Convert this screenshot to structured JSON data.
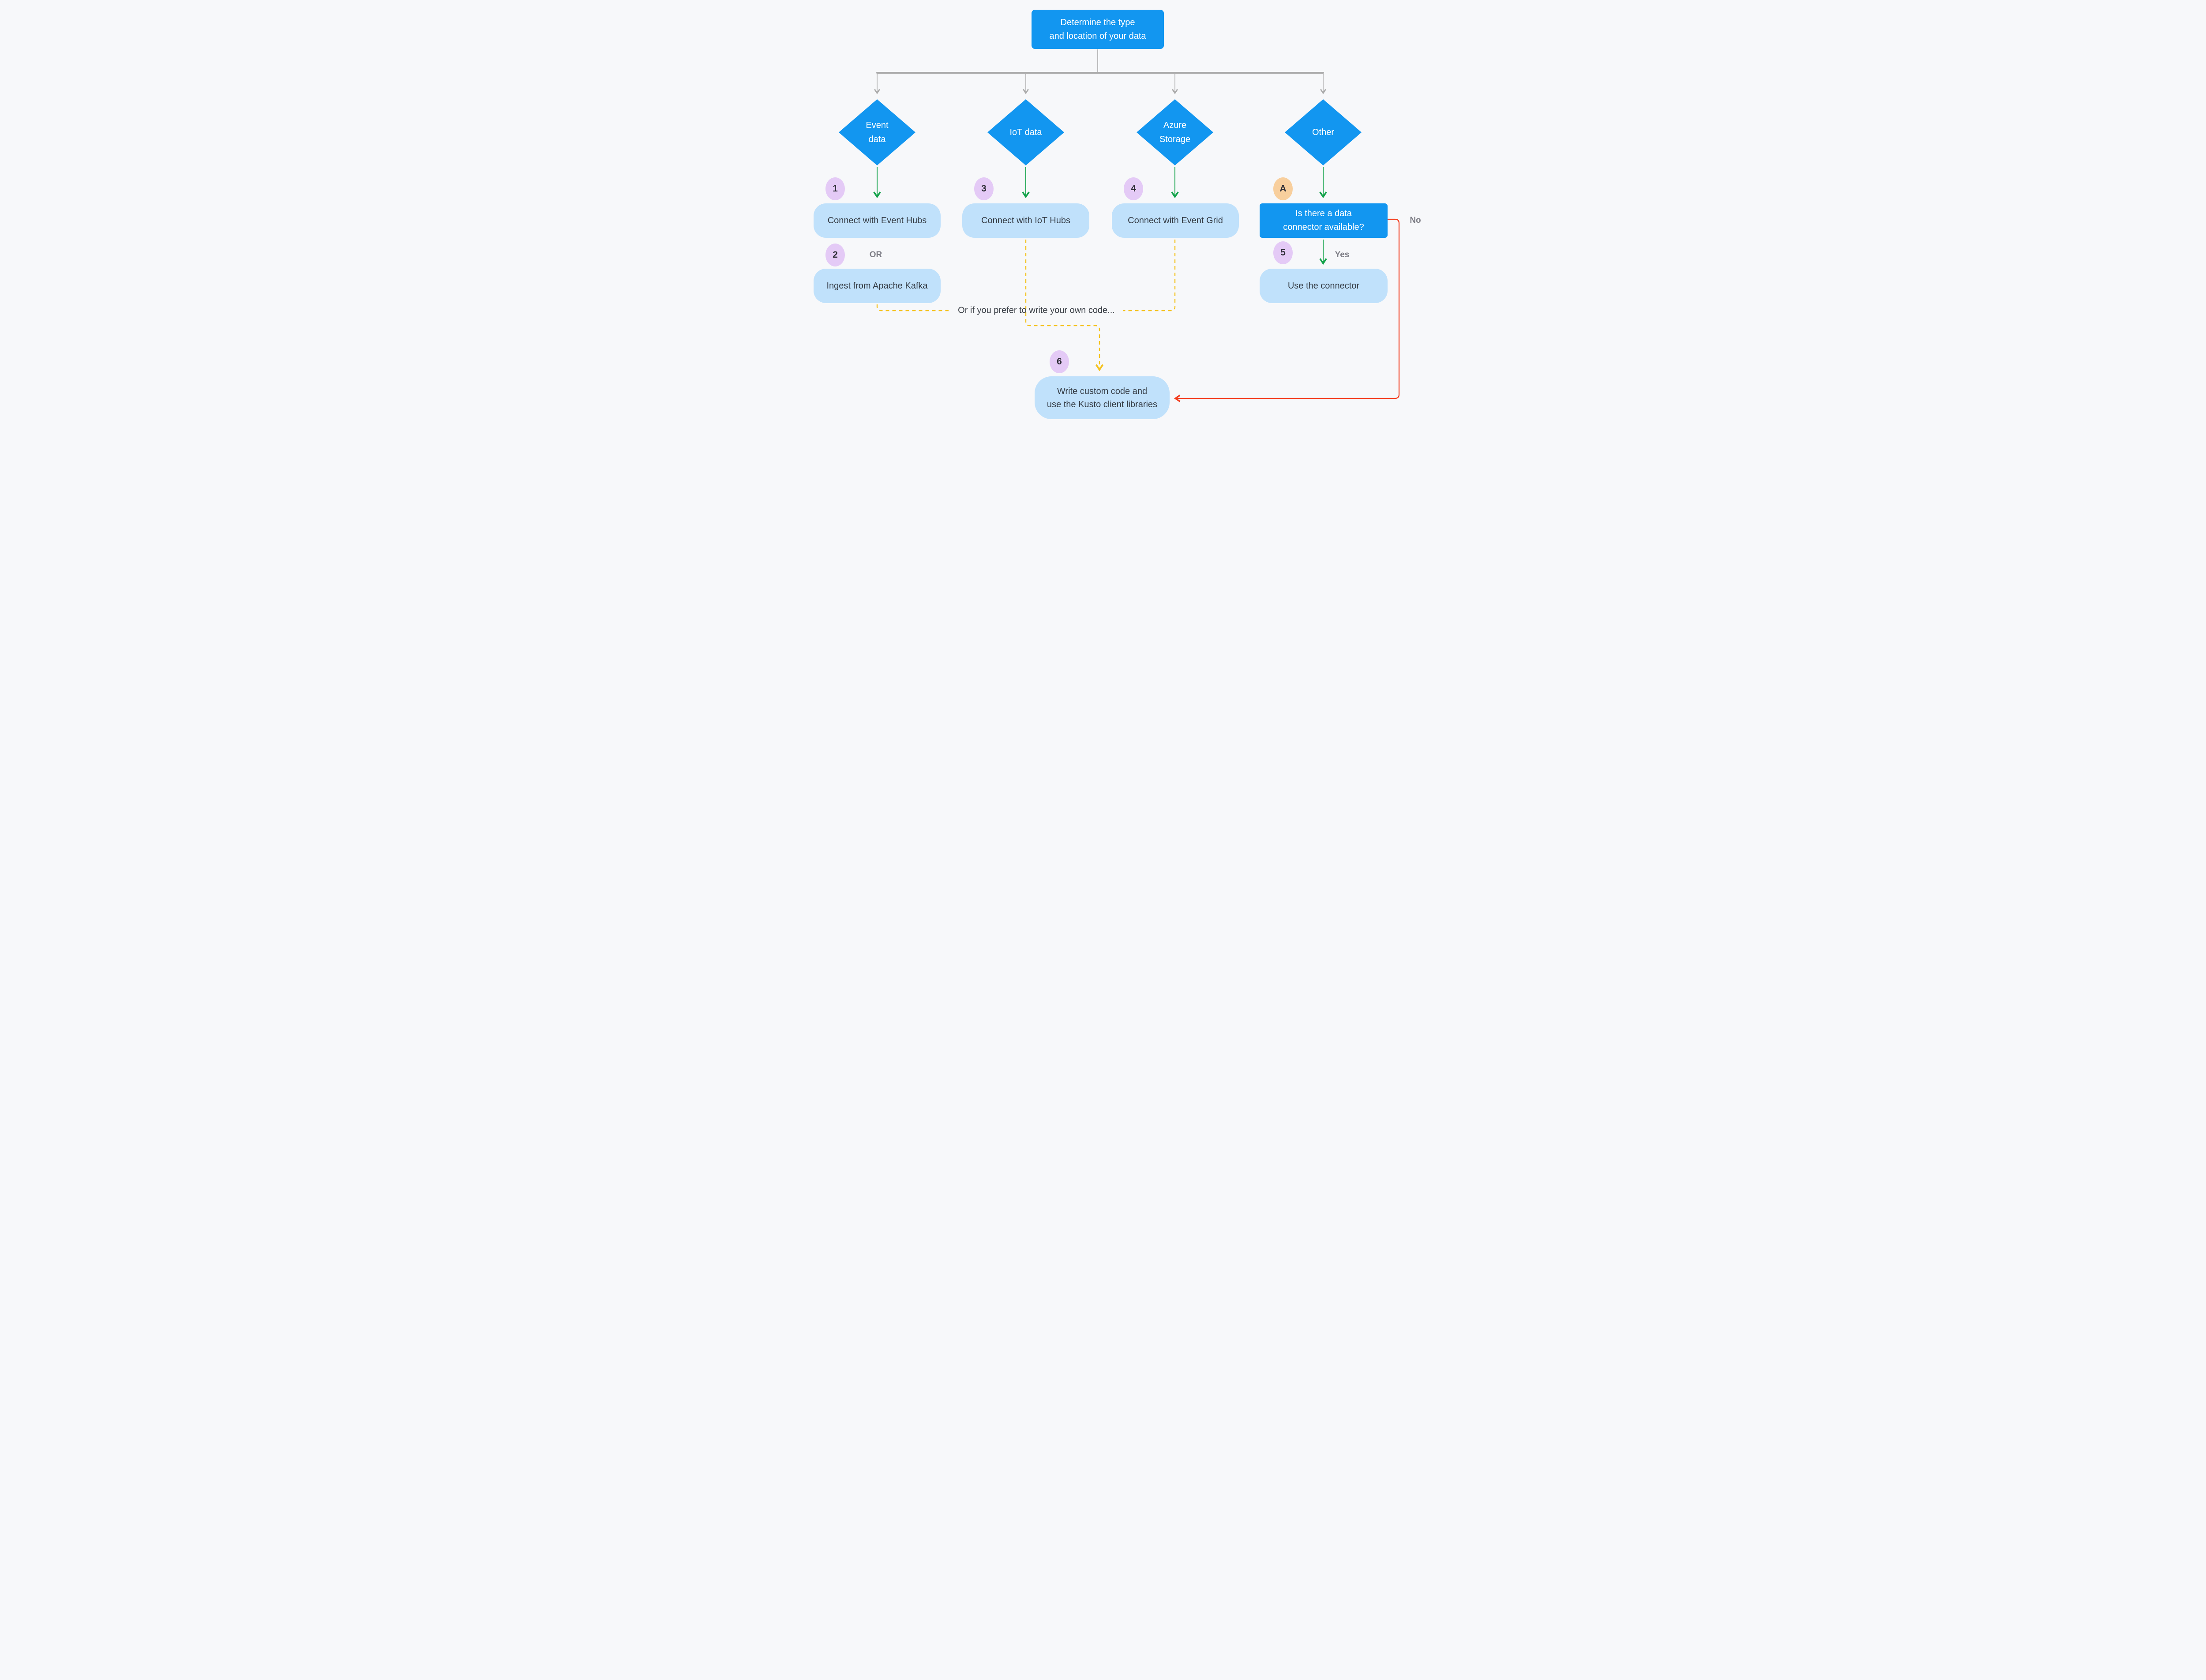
{
  "colors": {
    "bg": "#f7f8fa",
    "blue": "#1296f0",
    "light-blue": "#c0e1fb",
    "dark-text": "#333a43",
    "purple-badge": "#e4caf6",
    "orange-badge": "#f8cf9d",
    "badge-text": "#2d2d36",
    "gray-line": "#ababab",
    "gray-label": "#7d7d85",
    "green": "#13a24a",
    "yellow": "#f4c21f",
    "red": "#f33d1e"
  },
  "title_box": {
    "text": "Determine the type\nand location of your data"
  },
  "branches": {
    "event": {
      "diamond_label": "Event\ndata",
      "step1_badge": "1",
      "step1_label": "Connect with Event Hubs",
      "step2_badge": "2",
      "or_label": "OR",
      "step2_label": "Ingest from Apache Kafka"
    },
    "iot": {
      "diamond_label": "IoT data",
      "step_badge": "3",
      "step_label": "Connect with IoT Hubs"
    },
    "storage": {
      "diamond_label": "Azure\nStorage",
      "step_badge": "4",
      "step_label": "Connect with Event Grid"
    },
    "other": {
      "diamond_label": "Other",
      "question_badge": "A",
      "question_label": "Is there a data\nconnector available?",
      "no_label": "No",
      "yes_label": "Yes",
      "step_badge": "5",
      "step_label": "Use the connector"
    }
  },
  "custom_code": {
    "note": "Or if you prefer to write your own code...",
    "badge": "6",
    "label": "Write custom code and\nuse the Kusto client libraries"
  }
}
